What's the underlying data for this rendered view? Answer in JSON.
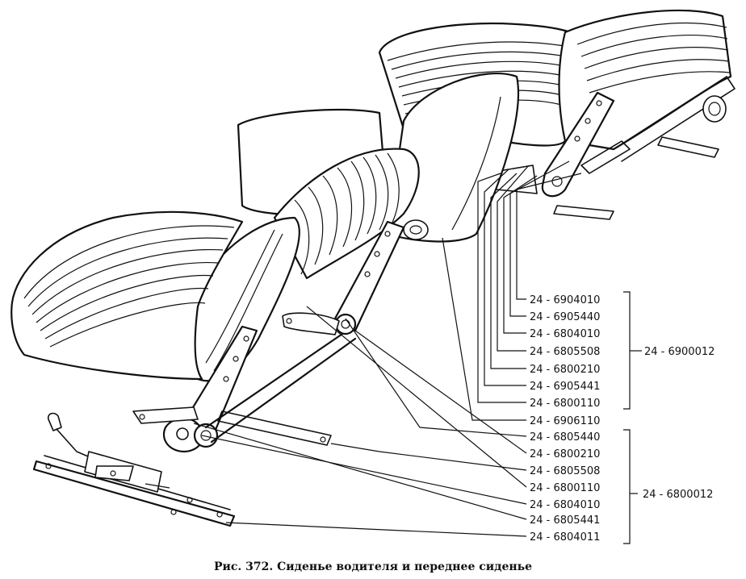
{
  "caption": "Рис. 372. Сиденье водителя и переднее сиденье",
  "groups": [
    {
      "assembly": "24 - 6900012",
      "parts": [
        "24 - 6904010",
        "24 - 6905440",
        "24 - 6804010",
        "24 - 6805508",
        "24 - 6800210",
        "24 - 6905441",
        "24 - 6800110"
      ]
    },
    {
      "assembly": "",
      "parts": [
        "24 - 6906110"
      ]
    },
    {
      "assembly": "24 - 6800012",
      "parts": [
        "24 - 6805440",
        "24 - 6800210",
        "24 - 6805508",
        "24 - 6800110",
        "24 - 6804010",
        "24 - 6805441",
        "24 - 6804011"
      ]
    }
  ]
}
